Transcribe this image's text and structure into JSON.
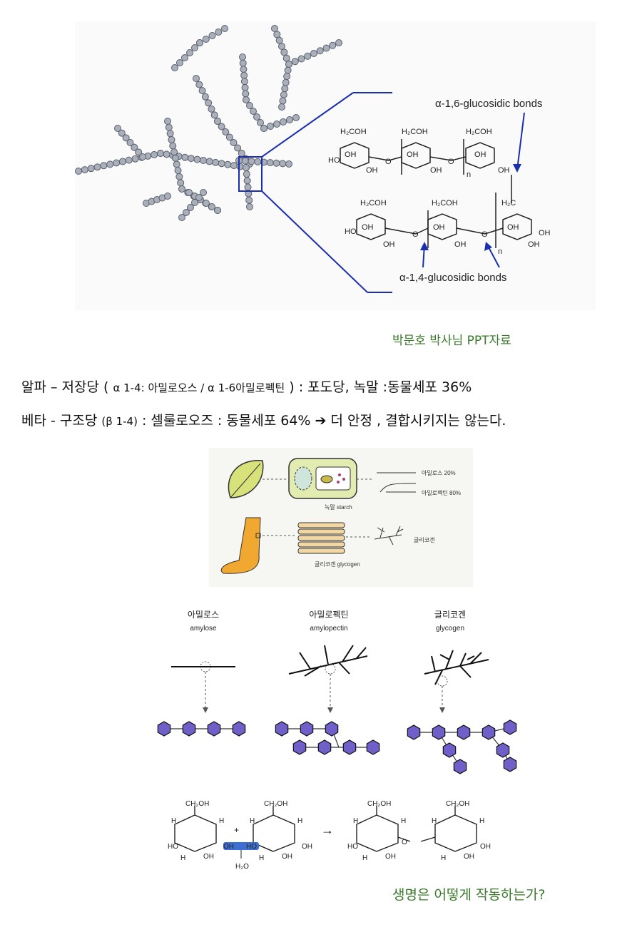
{
  "fig1": {
    "label_16": "α-1,6-glucosidic bonds",
    "label_14": "α-1,4-glucosidic bonds",
    "h2coh": "H₂COH",
    "h2c": "H₂C",
    "oh": "OH",
    "ho": "HO",
    "o": "O",
    "n": "n",
    "caption": "박문호 박사님 PPT자료"
  },
  "text": {
    "line1_a": "알파 – 저장당 ( ",
    "line1_b": "α 1-4: 아밀로오스 / α 1-6아밀로펙틴",
    "line1_c": " ) : 포도당, 녹말 :동물세포 36%",
    "line2_a": "베타  -  구조당 ",
    "line2_b": "(β 1-4)",
    "line2_c": " : 셀룰로오즈  : 동물세포 64% ➔ 더 안정 , 결합시키지는 않는다."
  },
  "fig2": {
    "amylose_pct": "아밀로스 20%",
    "amylopectin_pct": "아밀로펙틴 80%",
    "starch": "녹말 starch",
    "glycogen_label": "글리코겐 glycogen",
    "glycogen_right": "글리코겐"
  },
  "fig3": {
    "amylose_ko": "아밀로스",
    "amylose_en": "amylose",
    "amylopectin_ko": "아밀로펙틴",
    "amylopectin_en": "amylopectin",
    "glycogen_ko": "글리코겐",
    "glycogen_en": "glycogen"
  },
  "fig4": {
    "ch2oh": "CH₂OH",
    "h": "H",
    "oh": "OH",
    "ho": "HO",
    "o": "O",
    "plus": "+",
    "arrow": "→",
    "water": "H₂O"
  },
  "footer": {
    "caption": "생명은 어떻게 작동하는가?"
  }
}
